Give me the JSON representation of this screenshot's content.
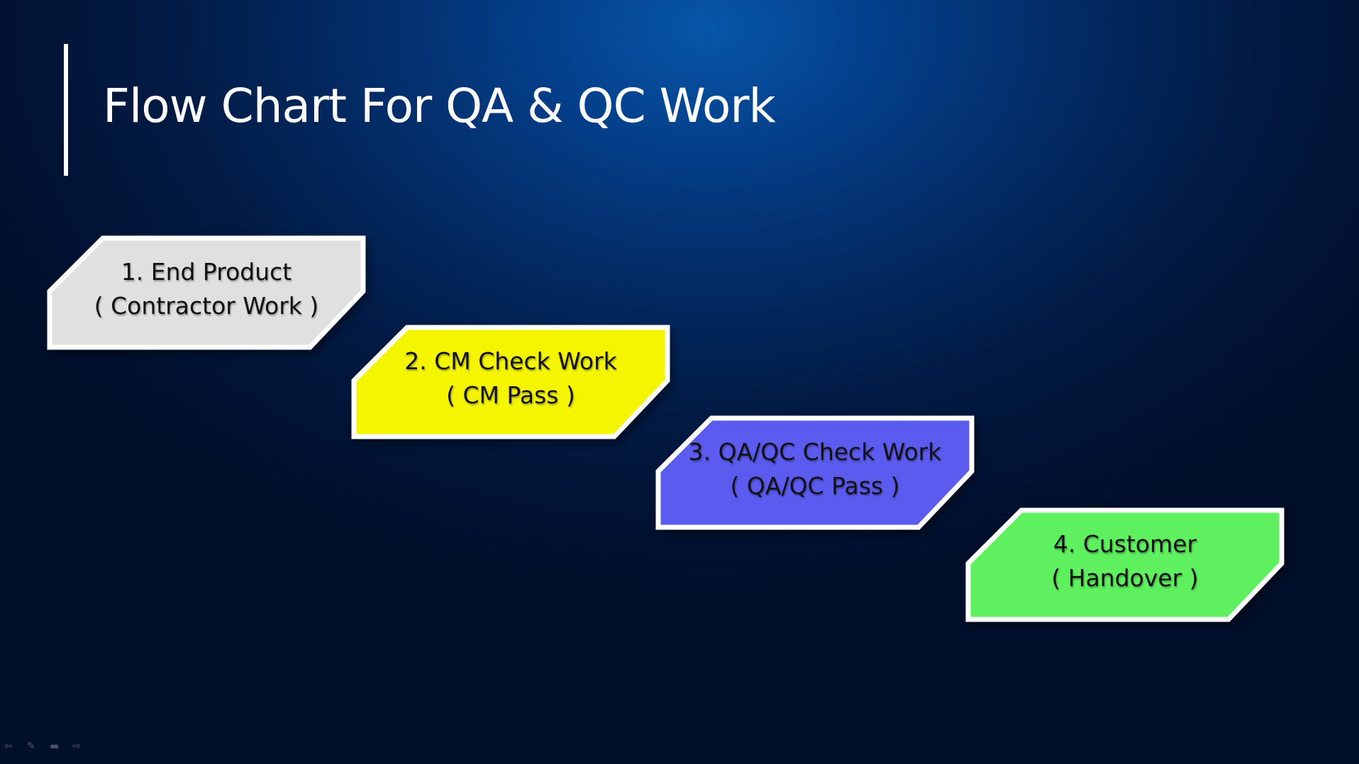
{
  "slide": {
    "title": "Flow Chart For QA & QC Work"
  },
  "steps": [
    {
      "line1": "1. End Product",
      "line2": "( Contractor Work )",
      "color": "#e0e0e0"
    },
    {
      "line1": "2. CM Check Work",
      "line2": "( CM Pass )",
      "color": "#f5f500"
    },
    {
      "line1": "3. QA/QC Check Work",
      "line2": "( QA/QC Pass )",
      "color": "#5b5bf0"
    },
    {
      "line1": "4. Customer",
      "line2": "( Handover )",
      "color": "#5ff05f"
    }
  ],
  "nav_icons": [
    "back-arrow-icon",
    "pen-icon",
    "slides-icon",
    "forward-arrow-icon"
  ]
}
